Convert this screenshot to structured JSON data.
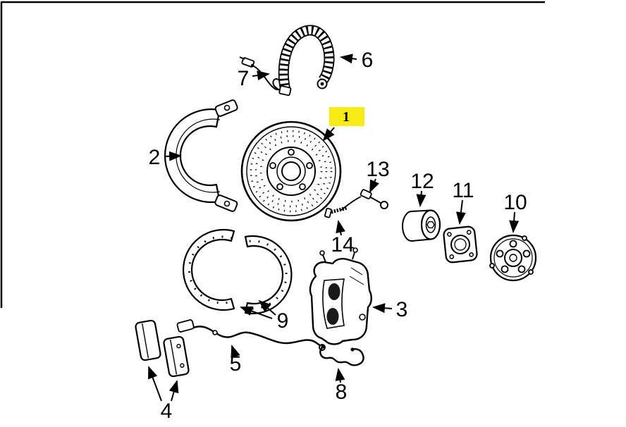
{
  "diagram": {
    "background": "#ffffff",
    "stroke": "#000000",
    "description": "exploded-brake-assembly-parts-diagram"
  },
  "highlight": {
    "fill": "#f7ec16",
    "label": "1"
  },
  "callouts": {
    "c1": "1",
    "c2": "2",
    "c3": "3",
    "c4": "4",
    "c5": "5",
    "c6": "6",
    "c7": "7",
    "c8": "8",
    "c9": "9",
    "c10": "10",
    "c11": "11",
    "c12": "12",
    "c13": "13",
    "c14": "14"
  },
  "parts": {
    "1": "brake-disc",
    "2": "caliper-carrier-bracket",
    "3": "brake-caliper",
    "4": "brake-pads",
    "5": "pad-wear-sensor-cable",
    "6": "flexible-brake-hose",
    "7": "brake-pipe",
    "8": "pad-retaining-spring",
    "9": "parking-brake-shoes",
    "10": "wheel-hub",
    "11": "bearing-cover-plate",
    "12": "wheel-bearing",
    "13": "wear-sensor",
    "14": "sensor-bolt"
  }
}
